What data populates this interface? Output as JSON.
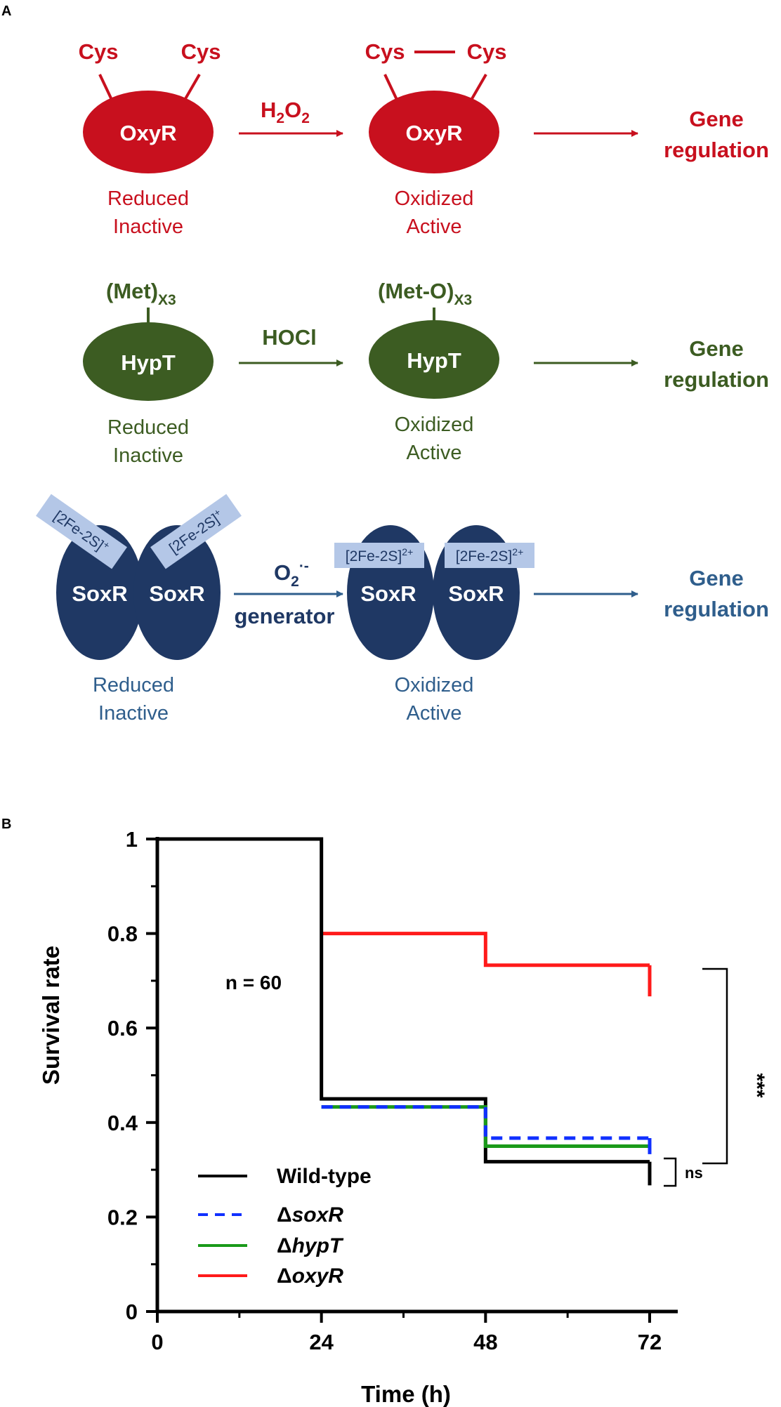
{
  "panel_a": {
    "label": "A",
    "oxyr": {
      "color": "#c8101e",
      "cys_left": "Cys",
      "cys_right": "Cys",
      "cys_ox_left": "Cys",
      "cys_ox_right": "Cys",
      "protein": "OxyR",
      "stimulus_main": "H",
      "stimulus_sub": "2",
      "stimulus_main2": "O",
      "stimulus_sub2": "2",
      "reduced_line1": "Reduced",
      "reduced_line2": "Inactive",
      "oxidized_line1": "Oxidized",
      "oxidized_line2": "Active",
      "output_line1": "Gene",
      "output_line2": "regulation"
    },
    "hypt": {
      "color": "#3c5c22",
      "residue_reduced": "(Met)",
      "residue_reduced_sub": "X3",
      "residue_oxidized": "(Met-O)",
      "residue_oxidized_sub": "X3",
      "protein": "HypT",
      "stimulus": "HOCl",
      "reduced_line1": "Reduced",
      "reduced_line2": "Inactive",
      "oxidized_line1": "Oxidized",
      "oxidized_line2": "Active",
      "output_line1": "Gene",
      "output_line2": "regulation"
    },
    "soxr": {
      "color": "#1f3864",
      "cluster_color": "#b4c7e7",
      "cluster_reduced": "[2Fe-2S]",
      "cluster_reduced_sup": "+",
      "cluster_oxidized": "[2Fe-2S]",
      "cluster_oxidized_sup": "2+",
      "protein": "SoxR",
      "stimulus_main": "O",
      "stimulus_sub": "2",
      "stimulus_sup": "·-",
      "stimulus_line2": "generator",
      "reduced_line1": "Reduced",
      "reduced_line2": "Inactive",
      "oxidized_line1": "Oxidized",
      "oxidized_line2": "Active",
      "output_line1": "Gene",
      "output_line2": "regulation"
    }
  },
  "panel_b": {
    "label": "B",
    "annotation_n": "n = 60",
    "sig_outer": "***",
    "sig_inner": "ns",
    "legend": [
      {
        "delta": "",
        "name": "Wild-type",
        "italic": false
      },
      {
        "delta": "Δ",
        "name": "soxR",
        "italic": true
      },
      {
        "delta": "Δ",
        "name": "hypT",
        "italic": true
      },
      {
        "delta": "Δ",
        "name": "oxyR",
        "italic": true
      }
    ]
  },
  "chart_data": {
    "type": "line",
    "step": true,
    "xlabel": "Time (h)",
    "ylabel": "Survival rate",
    "xlim": [
      0,
      72
    ],
    "ylim": [
      0,
      1
    ],
    "xticks": [
      "0",
      "24",
      "48",
      "72"
    ],
    "yticks": [
      "0",
      "0.2",
      "0.4",
      "0.6",
      "0.8",
      "1"
    ],
    "series": [
      {
        "name": "Wild-type",
        "color": "#000000",
        "dash": false,
        "x": [
          0,
          24,
          48,
          72
        ],
        "y": [
          1.0,
          0.45,
          0.317,
          0.267
        ]
      },
      {
        "name": "ΔsoxR",
        "color": "#1030ff",
        "dash": true,
        "x": [
          0,
          24,
          48,
          72
        ],
        "y": [
          1.0,
          0.433,
          0.367,
          0.333
        ]
      },
      {
        "name": "ΔhypT",
        "color": "#1a9a1a",
        "dash": false,
        "x": [
          0,
          24,
          48,
          72
        ],
        "y": [
          1.0,
          0.433,
          0.35,
          0.35
        ]
      },
      {
        "name": "ΔoxyR",
        "color": "#ff1a1a",
        "dash": false,
        "x": [
          0,
          24,
          48,
          72
        ],
        "y": [
          1.0,
          0.8,
          0.733,
          0.667
        ]
      }
    ]
  }
}
